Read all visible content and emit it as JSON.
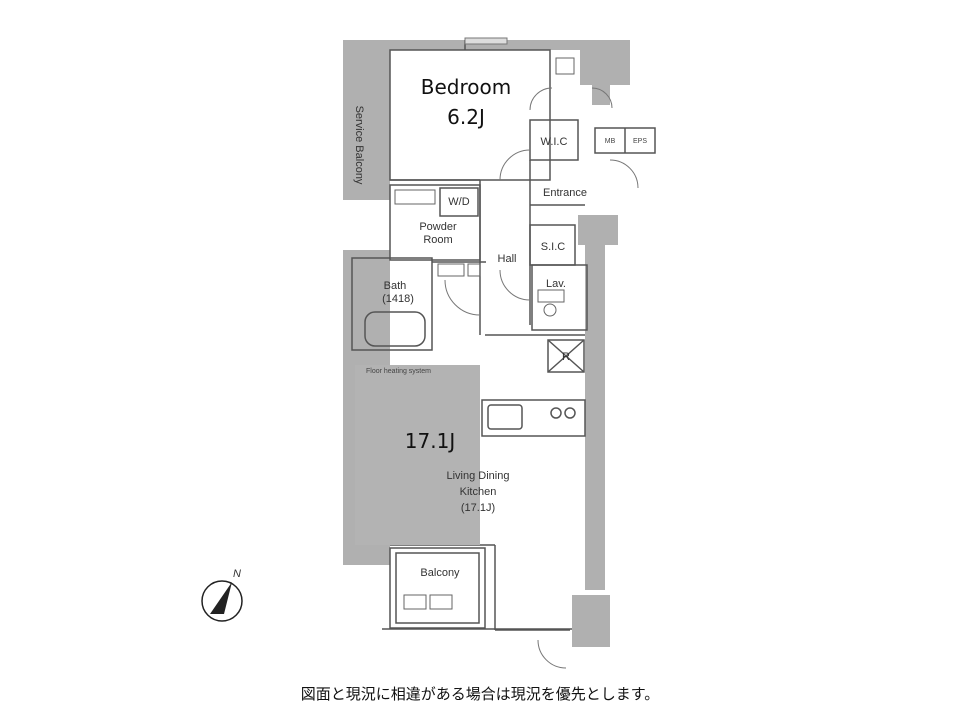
{
  "rooms": {
    "bedroom": "Bedroom",
    "bedroom_size": "6.2J",
    "service_balcony": "Service Balcony",
    "wic": "W.I.C",
    "mb": "MB",
    "eps": "EPS",
    "entrance": "Entrance",
    "wd": "W/D",
    "powder_room_line1": "Powder",
    "powder_room_line2": "Room",
    "hall": "Hall",
    "sic": "S.I.C",
    "bath_line1": "Bath",
    "bath_line2": "(1418)",
    "lav": "Lav.",
    "refrigerator": "R",
    "floor_heating": "Floor heating system",
    "ldk_size": "17.1J",
    "ldk_line1": "Living Dining",
    "ldk_line2": "Kitchen",
    "ldk_line3": "(17.1J)",
    "balcony": "Balcony"
  },
  "compass": {
    "north_label": "N"
  },
  "caption": "図面と現況に相違がある場合は現況を優先とします。",
  "colors": {
    "wall": "#b0b0b0",
    "floor_heating": "#b3b3b3",
    "line": "#555555"
  }
}
